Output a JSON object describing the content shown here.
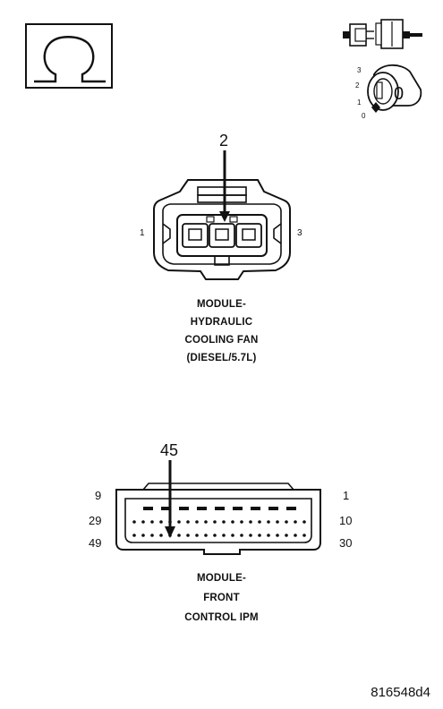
{
  "ohmmeter": {
    "symbol": "Ω"
  },
  "ignition": {
    "positions": [
      "3",
      "2",
      "1",
      "0"
    ],
    "key_label": "0"
  },
  "connector_fan": {
    "pin_center": "2",
    "pin_left": "1",
    "pin_right": "3",
    "caption": [
      "MODULE-",
      "HYDRAULIC",
      "COOLING FAN",
      "(DIESEL/5.7L)"
    ]
  },
  "connector_ipm": {
    "pin_highlight": "45",
    "row_labels_left": [
      "9",
      "29",
      "49"
    ],
    "row_labels_right": [
      "1",
      "10",
      "30"
    ],
    "caption": [
      "MODULE-",
      "FRONT",
      "CONTROL IPM"
    ]
  },
  "figure_id": "816548d4"
}
